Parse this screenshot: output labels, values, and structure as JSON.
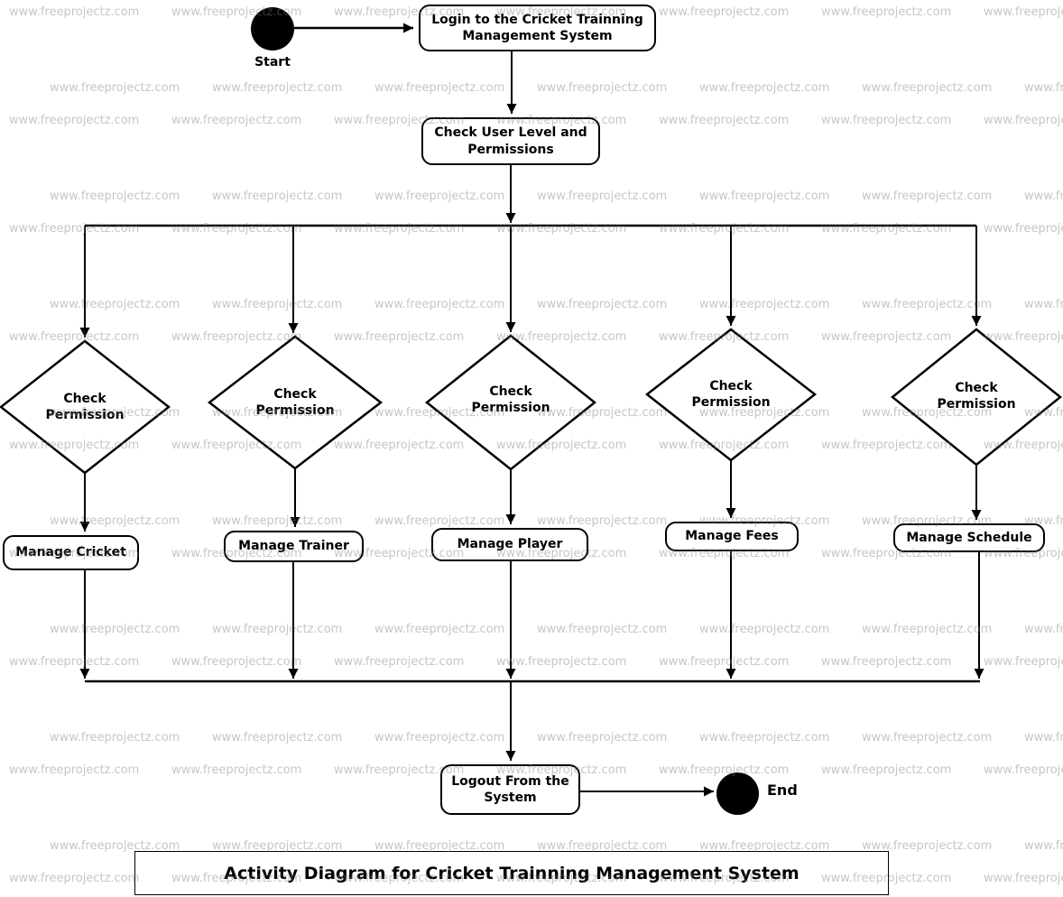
{
  "watermark": {
    "text": "www.freeprojectz.com",
    "color": "rgba(128,128,128,0.45)"
  },
  "flow": {
    "start_label": "Start",
    "end_label": "End",
    "login_label": "Login to the Cricket Trainning Management System",
    "check_label": "Check User Level and Permissions",
    "decisions": [
      {
        "label": "Check Permission"
      },
      {
        "label": "Check Permission"
      },
      {
        "label": "Check Permission"
      },
      {
        "label": "Check Permission"
      },
      {
        "label": "Check Permission"
      }
    ],
    "actions": [
      {
        "label": "Manage Cricket"
      },
      {
        "label": "Manage Trainer"
      },
      {
        "label": "Manage Player"
      },
      {
        "label": "Manage Fees"
      },
      {
        "label": "Manage Schedule"
      }
    ],
    "logout_label": "Logout From the System",
    "title": "Activity Diagram for Cricket Trainning Management System"
  },
  "colors": {
    "line": "#000000",
    "node_fill": "#ffffff",
    "node_border": "#000000"
  }
}
